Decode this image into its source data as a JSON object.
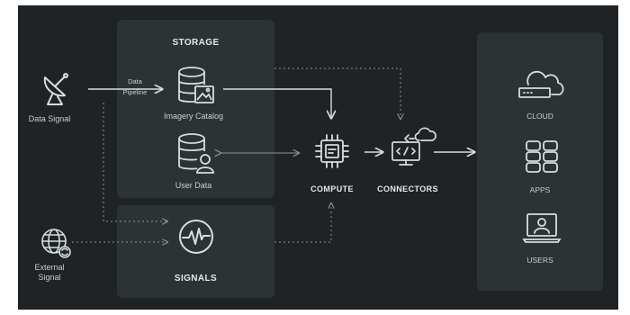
{
  "storage": {
    "title": "STORAGE",
    "imagery_catalog": "Imagery Catalog",
    "user_data": "User Data"
  },
  "signals": {
    "title": "SIGNALS"
  },
  "inputs": {
    "data_signal": "Data Signal",
    "external_signal_line1": "External",
    "external_signal_line2": "Signal",
    "pipeline_line1": "Data",
    "pipeline_line2": "Pipeline"
  },
  "compute": {
    "label": "COMPUTE"
  },
  "connectors": {
    "label": "CONNECTORS"
  },
  "outputs": {
    "cloud": "CLOUD",
    "apps": "APPS",
    "users": "USERS"
  },
  "colors": {
    "stroke": "#d7dee0",
    "panel": "#2c3335",
    "background": "#1f2325"
  },
  "icons": [
    "satellite-dish-icon",
    "globe-sync-icon",
    "database-image-icon",
    "database-user-icon",
    "signal-wave-icon",
    "chip-icon",
    "cloud-code-monitor-icon",
    "cloud-server-icon",
    "apps-grid-icon",
    "user-laptop-icon"
  ]
}
